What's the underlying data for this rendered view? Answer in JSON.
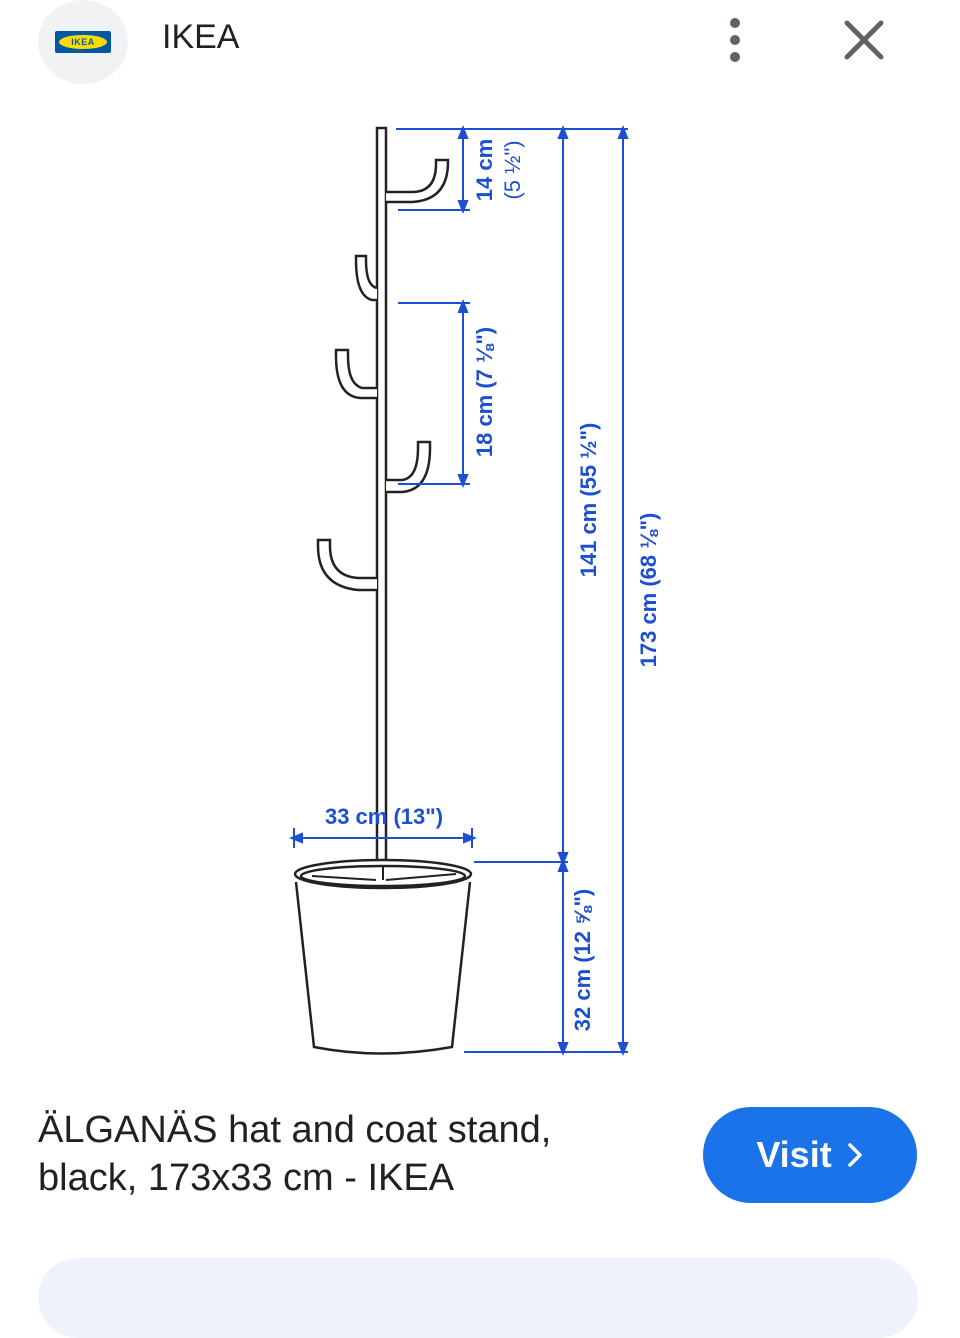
{
  "header": {
    "logo_text": "IKEA",
    "site_name": "IKEA"
  },
  "figure": {
    "dimensions": {
      "top_hook": "14 cm",
      "top_hook_in": "(5 ½\")",
      "hook_spacing": "18 cm (7 ⅛\")",
      "pole_height": "141 cm (55 ½\")",
      "total_height": "173 cm (68 ⅛\")",
      "base_width": "33 cm (13\")",
      "base_height": "32 cm (12 ⅝\")"
    }
  },
  "result": {
    "title_line1": "ÄLGANÄS hat and coat stand,",
    "title_line2": "black, 173x33 cm - IKEA",
    "visit_label": "Visit"
  },
  "colors": {
    "accent": "#1a73e8",
    "dimension_blue": "#1c4fd1",
    "logo_blue": "#0058a3",
    "logo_yellow": "#ffdb00"
  }
}
